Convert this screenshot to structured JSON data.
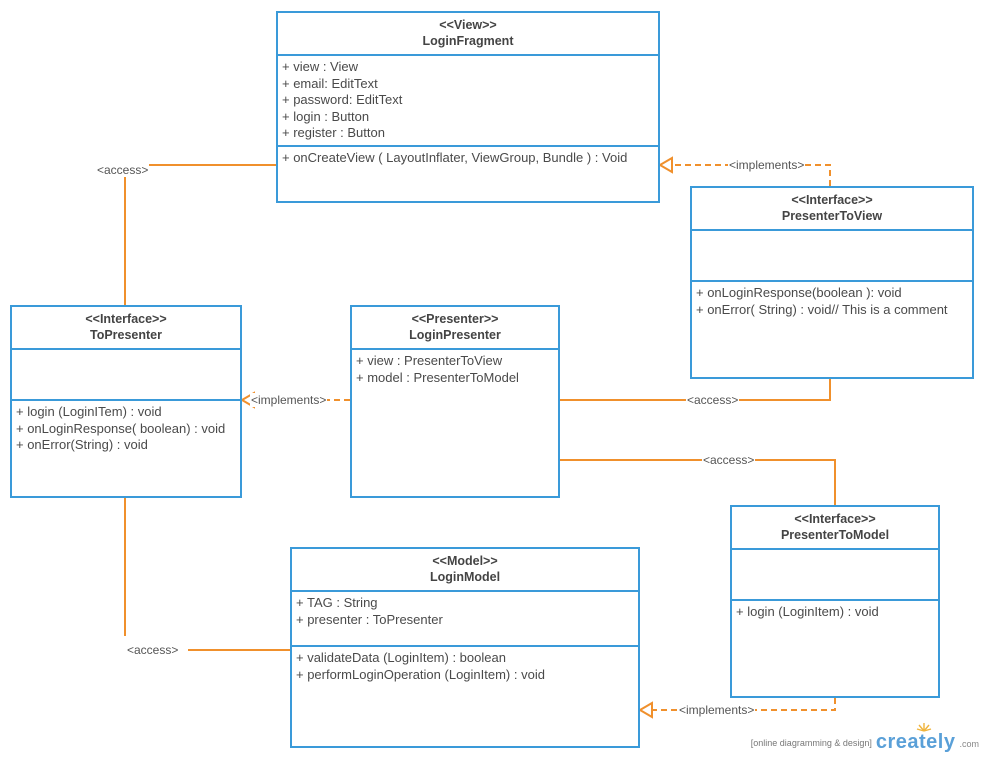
{
  "classes": [
    {
      "id": "login-fragment",
      "stereotype": "<<View>>",
      "name": "LoginFragment",
      "attributes": [
        "+ view : View",
        "+ email: EditText",
        "+ password: EditText",
        "+ login : Button",
        "+ register : Button"
      ],
      "operations": [
        "+ onCreateView ( LayoutInflater, ViewGroup, Bundle ) : Void"
      ]
    },
    {
      "id": "presenter-to-view",
      "stereotype": "<<Interface>>",
      "name": "PresenterToView",
      "attributes": [],
      "operations": [
        "+ onLoginResponse(boolean ): void",
        "+ onError( String) : void// This is a comment"
      ]
    },
    {
      "id": "to-presenter",
      "stereotype": "<<Interface>>",
      "name": "ToPresenter",
      "attributes": [],
      "operations": [
        "+ login (LoginITem) : void",
        "+ onLoginResponse( boolean) : void",
        "+ onError(String) : void"
      ]
    },
    {
      "id": "login-presenter",
      "stereotype": "<<Presenter>>",
      "name": "LoginPresenter",
      "attributes": [
        "+ view : PresenterToView",
        "+ model : PresenterToModel"
      ],
      "operations": []
    },
    {
      "id": "presenter-to-model",
      "stereotype": "<<Interface>>",
      "name": "PresenterToModel",
      "attributes": [],
      "operations": [
        "+ login (LoginItem) : void"
      ]
    },
    {
      "id": "login-model",
      "stereotype": "<<Model>>",
      "name": "LoginModel",
      "attributes": [
        "+ TAG : String",
        "+ presenter : ToPresenter"
      ],
      "operations": [
        "+ validateData (LoginItem) : boolean",
        "+ performLoginOperation (LoginItem) : void"
      ]
    }
  ],
  "connectors": [
    {
      "id": "fragment-topresenter",
      "kind": "access",
      "label": "<access>"
    },
    {
      "id": "ptv-fragment",
      "kind": "implements",
      "label": "<implements>"
    },
    {
      "id": "presenter-topresenter",
      "kind": "implements",
      "label": "<implements>"
    },
    {
      "id": "presenter-ptv",
      "kind": "access",
      "label": "<access>"
    },
    {
      "id": "presenter-ptm",
      "kind": "access",
      "label": "<access>"
    },
    {
      "id": "topresenter-model",
      "kind": "access",
      "label": "<access>"
    },
    {
      "id": "ptm-model",
      "kind": "implements",
      "label": "<implements>"
    }
  ],
  "colors": {
    "class_border": "#3a9ad9",
    "connector": "#f0902c"
  },
  "branding": {
    "tagline": "[online diagramming & design]",
    "name": "creately",
    "suffix": ".com"
  }
}
